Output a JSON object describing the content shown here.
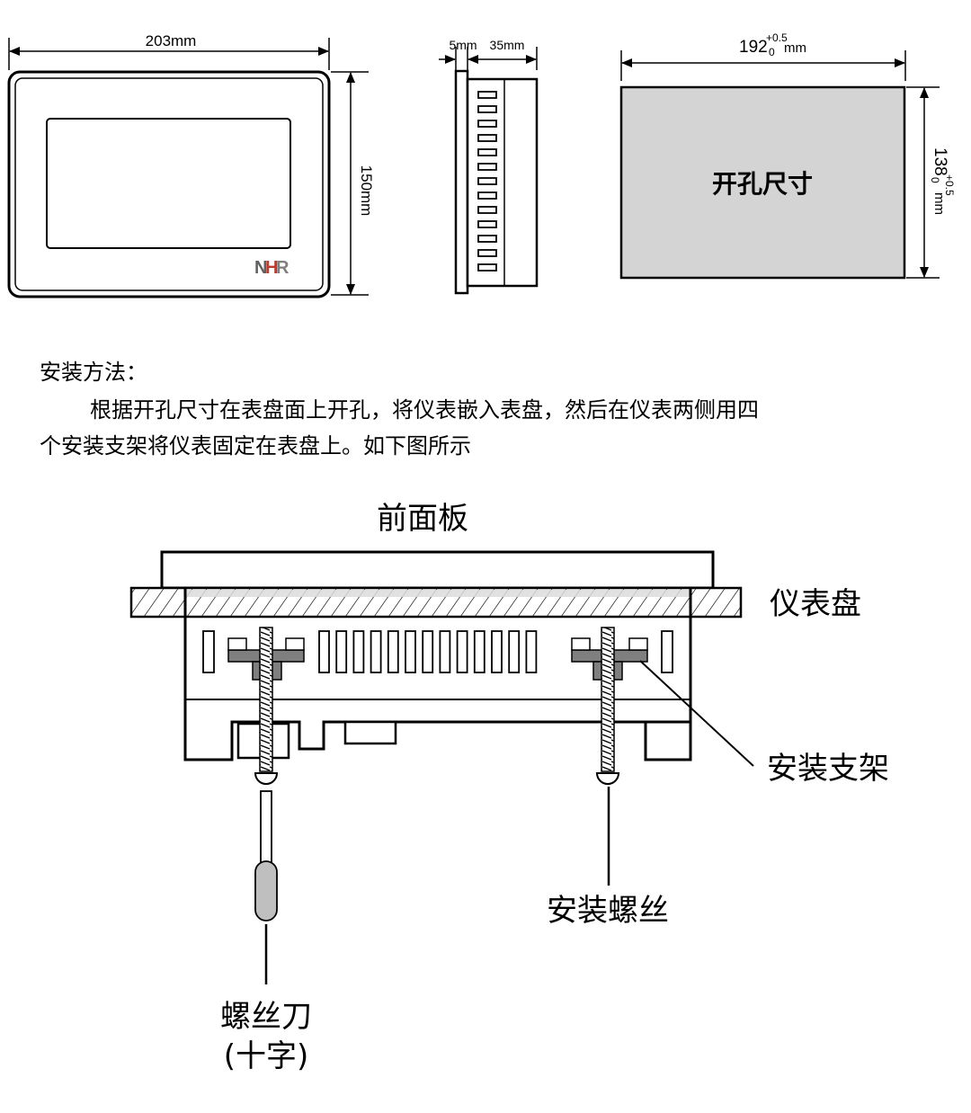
{
  "dimensions": {
    "front_width": "203mm",
    "front_height": "150mm",
    "side_depth_front": "5mm",
    "side_depth_body": "35mm",
    "cutout_width": {
      "base": "192",
      "tol_upper": "+0.5",
      "tol_lower": "0",
      "unit": "mm"
    },
    "cutout_height": {
      "base": "138",
      "tol_upper": "+0.5",
      "tol_lower": "0",
      "unit": "mm"
    }
  },
  "logo": {
    "n": "N",
    "h": "H",
    "r": "R",
    "colors": {
      "n": "#606060",
      "h": "#c0392b",
      "r": "#808080"
    }
  },
  "cutout_label": "开孔尺寸",
  "install": {
    "title": "安装方法：",
    "line1": "根据开孔尺寸在表盘面上开孔，将仪表嵌入表盘，然后在仪表两侧用四",
    "line2": "个安装支架将仪表固定在表盘上。如下图所示"
  },
  "diagram": {
    "front_panel": "前面板",
    "instrument_panel": "仪表盘",
    "bracket": "安装支架",
    "screw": "安装螺丝",
    "screwdriver": "螺丝刀",
    "screwdriver_type": "(十字)"
  },
  "colors": {
    "line": "#000000",
    "cutout_fill": "#d4d4d4",
    "bracket_fill": "#7f7f7f",
    "handle_fill": "#bfbfbf",
    "hatch_fill": "#dcdcdc"
  }
}
